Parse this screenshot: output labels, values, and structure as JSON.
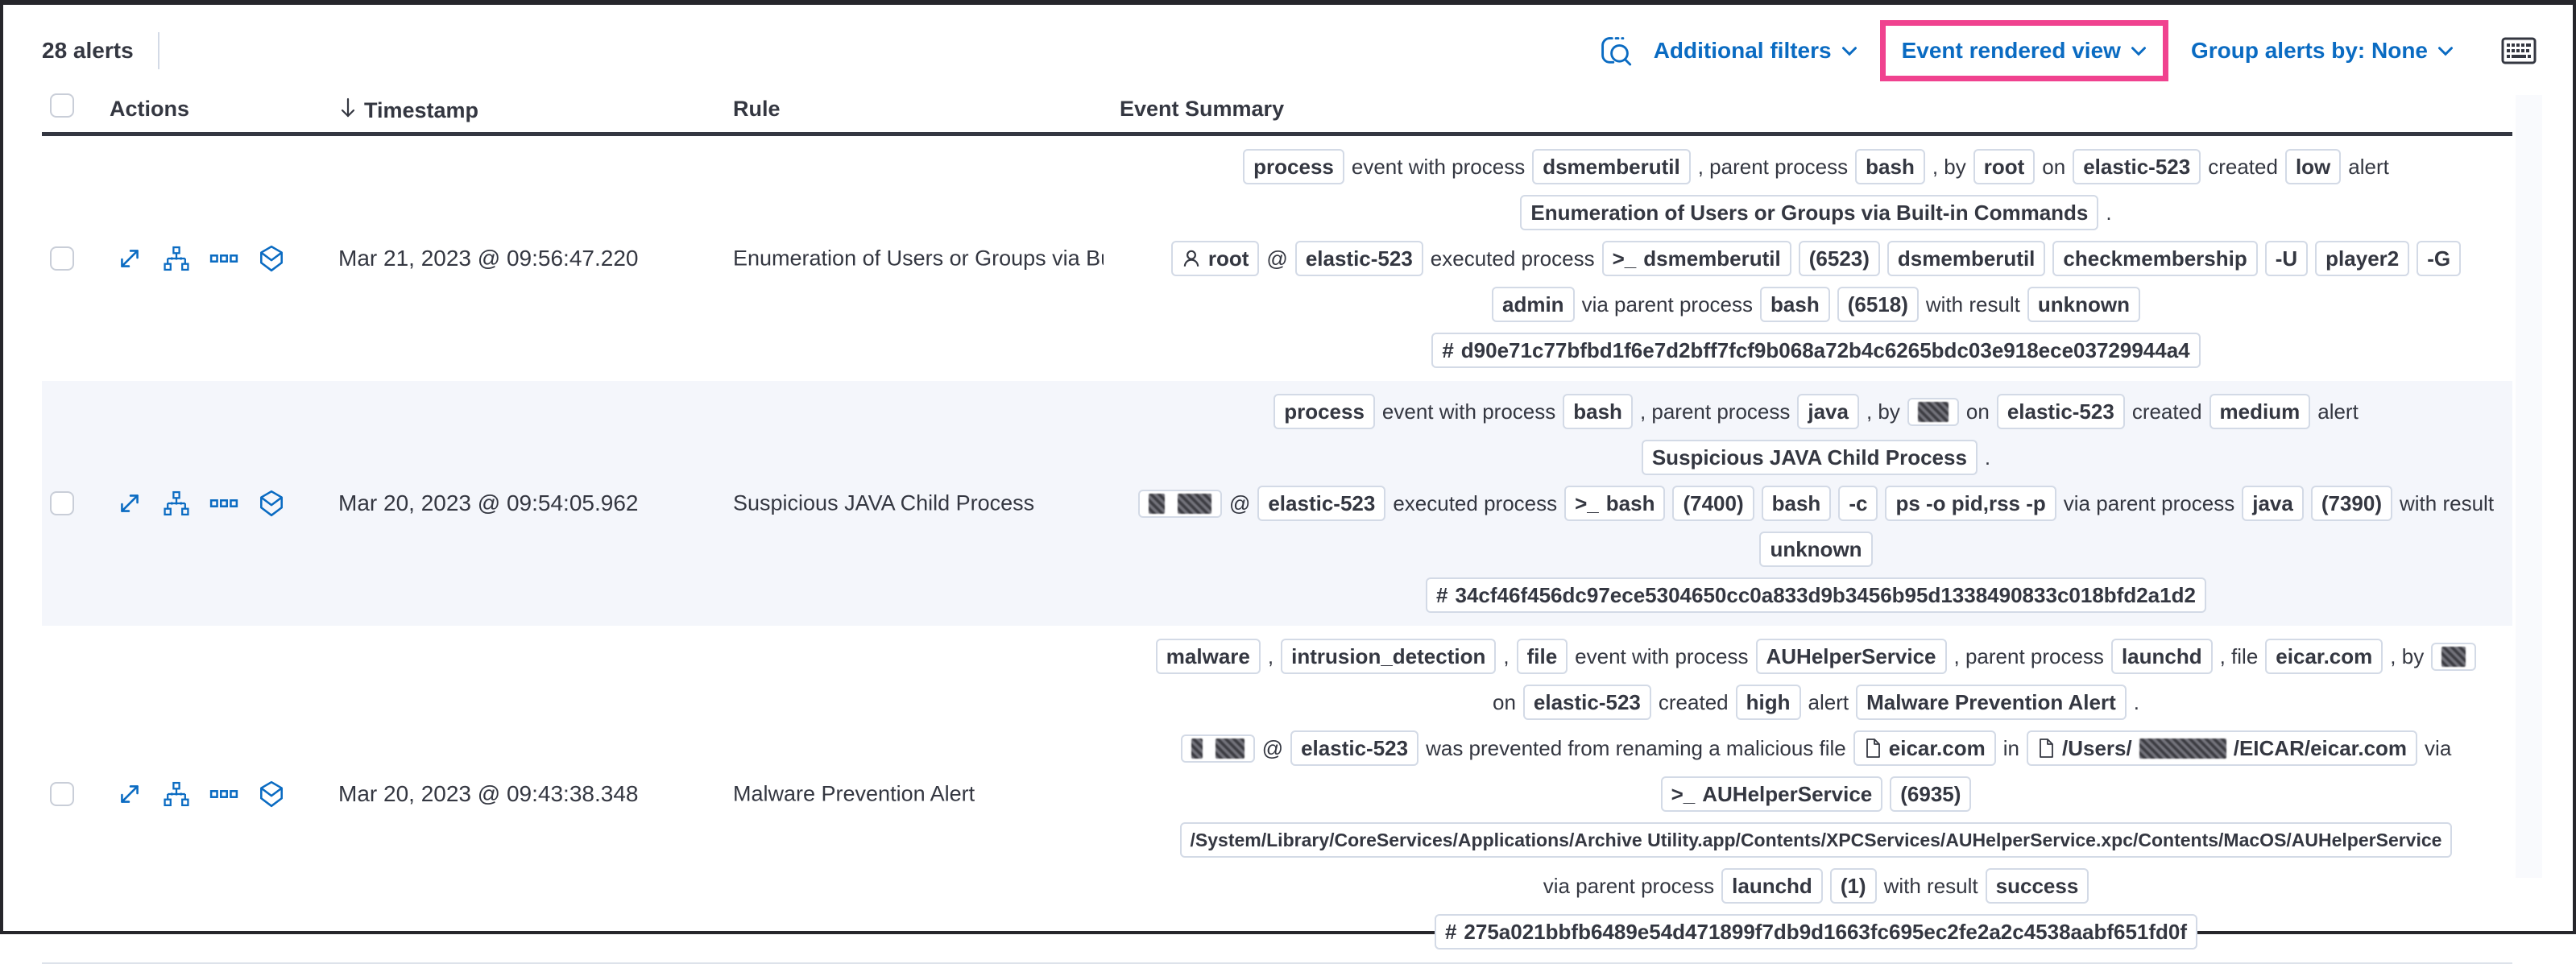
{
  "toolbar": {
    "alert_count": "28 alerts",
    "additional_filters_label": "Additional filters",
    "view_selector_label": "Event rendered view",
    "group_by_label": "Group alerts by: None",
    "link_color": "#0a6bc2",
    "highlight_color": "#f0428f",
    "icons": [
      "inspect-icon",
      "keyboard-shortcuts-icon",
      "chevron-down-icon"
    ]
  },
  "table": {
    "columns": {
      "actions": "Actions",
      "timestamp": "Timestamp",
      "rule": "Rule",
      "summary": "Event Summary"
    },
    "sort_icon": "sort-descending-arrow-icon",
    "action_icons": [
      "expand-alert-icon",
      "analyze-event-icon",
      "more-actions-icon",
      "session-view-icon"
    ],
    "rows": [
      {
        "timestamp": "Mar 21, 2023 @ 09:56:47.220",
        "rule": "Enumeration of Users or Groups via Bui",
        "summary_lines": [
          [
            {
              "t": "b",
              "v": "process"
            },
            {
              "t": "txt",
              "v": "event with process"
            },
            {
              "t": "b",
              "v": "dsmemberutil"
            },
            {
              "t": "txt",
              "v": ", parent process"
            },
            {
              "t": "b",
              "v": "bash"
            },
            {
              "t": "txt",
              "v": ", by"
            },
            {
              "t": "b",
              "v": "root"
            },
            {
              "t": "txt",
              "v": "on"
            },
            {
              "t": "b",
              "v": "elastic-523"
            },
            {
              "t": "txt",
              "v": "created"
            },
            {
              "t": "b",
              "v": "low"
            },
            {
              "t": "txt",
              "v": "alert"
            }
          ],
          [
            {
              "t": "b",
              "v": "Enumeration of Users or Groups via Built-in Commands"
            },
            {
              "t": "txt",
              "v": "."
            }
          ],
          [
            {
              "t": "b",
              "icon": "user",
              "v": "root"
            },
            {
              "t": "txt",
              "v": "@"
            },
            {
              "t": "b",
              "v": "elastic-523"
            },
            {
              "t": "txt",
              "v": "executed process"
            },
            {
              "t": "b",
              "icon": "terminal",
              "v": "dsmemberutil"
            },
            {
              "t": "b",
              "v": "(6523)"
            },
            {
              "t": "b",
              "v": "dsmemberutil"
            },
            {
              "t": "b",
              "v": "checkmembership"
            },
            {
              "t": "b",
              "v": "-U"
            },
            {
              "t": "b",
              "v": "player2"
            },
            {
              "t": "b",
              "v": "-G"
            }
          ],
          [
            {
              "t": "b",
              "v": "admin"
            },
            {
              "t": "txt",
              "v": "via parent process"
            },
            {
              "t": "b",
              "v": "bash"
            },
            {
              "t": "b",
              "v": "(6518)"
            },
            {
              "t": "txt",
              "v": "with result"
            },
            {
              "t": "b",
              "v": "unknown"
            }
          ],
          [
            {
              "t": "b",
              "icon": "hash",
              "v": "d90e71c77bfbd1f6e7d2bff7fcf9b068a72b4c6265bdc03e918ece03729944a4"
            }
          ]
        ]
      },
      {
        "timestamp": "Mar 20, 2023 @ 09:54:05.962",
        "rule": "Suspicious JAVA Child Process",
        "summary_lines": [
          [
            {
              "t": "b",
              "v": "process"
            },
            {
              "t": "txt",
              "v": "event with process"
            },
            {
              "t": "b",
              "v": "bash"
            },
            {
              "t": "txt",
              "v": ", parent process"
            },
            {
              "t": "b",
              "v": "java"
            },
            {
              "t": "txt",
              "v": ", by"
            },
            {
              "t": "b",
              "parts": [
                {
                  "r": 38
                }
              ]
            },
            {
              "t": "txt",
              "v": "on"
            },
            {
              "t": "b",
              "v": "elastic-523"
            },
            {
              "t": "txt",
              "v": "created"
            },
            {
              "t": "b",
              "v": "medium"
            },
            {
              "t": "txt",
              "v": "alert"
            }
          ],
          [
            {
              "t": "b",
              "v": "Suspicious JAVA Child Process"
            },
            {
              "t": "txt",
              "v": "."
            }
          ],
          [
            {
              "t": "b",
              "parts": [
                {
                  "r": 20
                },
                {
                  "r": 42
                }
              ]
            },
            {
              "t": "txt",
              "v": "@"
            },
            {
              "t": "b",
              "v": "elastic-523"
            },
            {
              "t": "txt",
              "v": "executed process"
            },
            {
              "t": "b",
              "icon": "terminal",
              "v": "bash"
            },
            {
              "t": "b",
              "v": "(7400)"
            },
            {
              "t": "b",
              "v": "bash"
            },
            {
              "t": "b",
              "v": "-c"
            },
            {
              "t": "b",
              "v": "ps -o pid,rss -p"
            },
            {
              "t": "txt",
              "v": "via parent process"
            },
            {
              "t": "b",
              "v": "java"
            },
            {
              "t": "b",
              "v": "(7390)"
            },
            {
              "t": "txt",
              "v": "with result"
            }
          ],
          [
            {
              "t": "b",
              "v": "unknown"
            }
          ],
          [
            {
              "t": "b",
              "icon": "hash",
              "v": "34cf46f456dc97ece5304650cc0a833d9b3456b95d1338490833c018bfd2a1d2"
            }
          ]
        ]
      },
      {
        "timestamp": "Mar 20, 2023 @ 09:43:38.348",
        "rule": "Malware Prevention Alert",
        "summary_lines": [
          [
            {
              "t": "b",
              "v": "malware"
            },
            {
              "t": "txt",
              "v": ","
            },
            {
              "t": "b",
              "v": "intrusion_detection"
            },
            {
              "t": "txt",
              "v": ","
            },
            {
              "t": "b",
              "v": "file"
            },
            {
              "t": "txt",
              "v": "event with process"
            },
            {
              "t": "b",
              "v": "AUHelperService"
            },
            {
              "t": "txt",
              "v": ", parent process"
            },
            {
              "t": "b",
              "v": "launchd"
            },
            {
              "t": "txt",
              "v": ", file"
            },
            {
              "t": "b",
              "v": "eicar.com"
            },
            {
              "t": "txt",
              "v": ", by"
            },
            {
              "t": "b",
              "parts": [
                {
                  "r": 30
                }
              ]
            }
          ],
          [
            {
              "t": "txt",
              "v": "on"
            },
            {
              "t": "b",
              "v": "elastic-523"
            },
            {
              "t": "txt",
              "v": "created"
            },
            {
              "t": "b",
              "v": "high"
            },
            {
              "t": "txt",
              "v": "alert"
            },
            {
              "t": "b",
              "v": "Malware Prevention Alert"
            },
            {
              "t": "txt",
              "v": "."
            }
          ],
          [
            {
              "t": "b",
              "parts": [
                {
                  "r": 14
                },
                {
                  "r": 36
                }
              ]
            },
            {
              "t": "txt",
              "v": "@"
            },
            {
              "t": "b",
              "v": "elastic-523"
            },
            {
              "t": "txt",
              "v": "was prevented from renaming a malicious file"
            },
            {
              "t": "b",
              "icon": "file",
              "v": "eicar.com"
            },
            {
              "t": "txt",
              "v": "in"
            },
            {
              "t": "b",
              "icon": "file",
              "parts": [
                {
                  "v": "/Users/"
                },
                {
                  "r": 108
                },
                {
                  "v": "/EICAR/eicar.com"
                }
              ]
            },
            {
              "t": "txt",
              "v": "via"
            }
          ],
          [
            {
              "t": "b",
              "icon": "terminal",
              "v": "AUHelperService"
            },
            {
              "t": "b",
              "v": "(6935)"
            }
          ],
          [
            {
              "t": "b",
              "v": "/System/Library/CoreServices/Applications/Archive Utility.app/Contents/XPCServices/AUHelperService.xpc/Contents/MacOS/AUHelperService"
            }
          ],
          [
            {
              "t": "txt",
              "v": "via parent process"
            },
            {
              "t": "b",
              "v": "launchd"
            },
            {
              "t": "b",
              "v": "(1)"
            },
            {
              "t": "txt",
              "v": "with result"
            },
            {
              "t": "b",
              "v": "success"
            }
          ],
          [
            {
              "t": "b",
              "icon": "hash",
              "v": "275a021bbfb6489e54d471899f7db9d1663fc695ec2fe2a2c4538aabf651fd0f"
            }
          ]
        ]
      }
    ]
  }
}
